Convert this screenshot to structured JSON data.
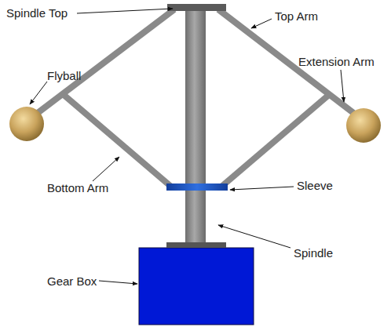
{
  "diagram": {
    "labels": [
      "Spindle Top",
      "Top Arm",
      "Flyball",
      "Extension Arm",
      "Bottom Arm",
      "Sleeve",
      "Spindle",
      "Gear Box"
    ]
  }
}
